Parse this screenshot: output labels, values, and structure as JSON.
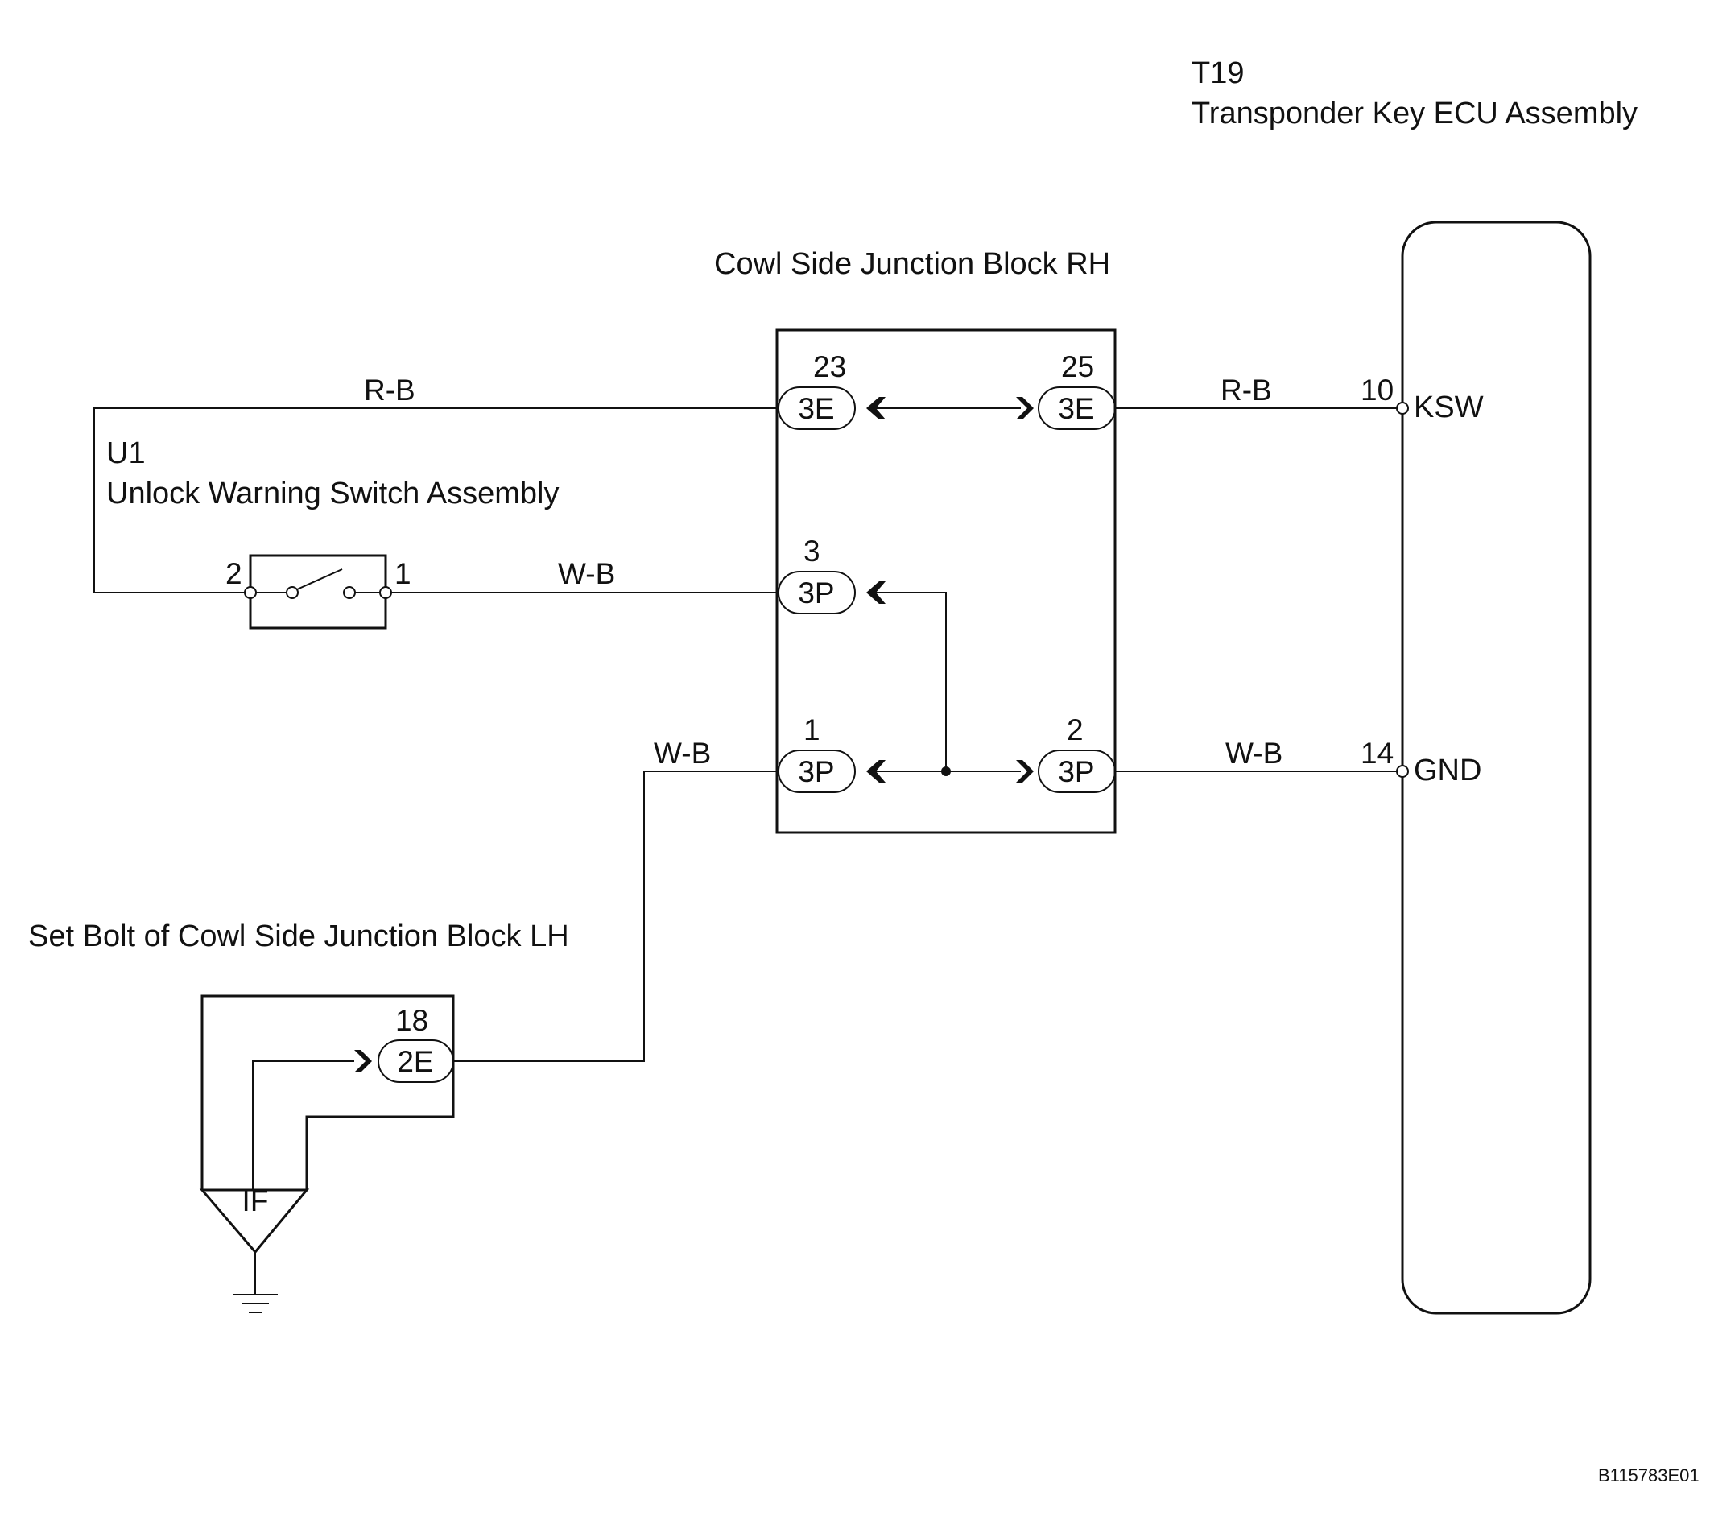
{
  "components": {
    "ecu": {
      "code": "T19",
      "name": "Transponder Key ECU Assembly"
    },
    "junction_rh": {
      "name": "Cowl Side Junction Block RH"
    },
    "unlock_switch": {
      "code": "U1",
      "name": "Unlock Warning Switch Assembly"
    },
    "set_bolt": {
      "name": "Set Bolt of Cowl Side Junction Block LH",
      "ground_point": "IF"
    }
  },
  "wires": {
    "rb_left": "R-B",
    "rb_right": "R-B",
    "wb_switch": "W-B",
    "wb_ground": "W-B",
    "wb_ecu": "W-B"
  },
  "connectors": {
    "c23": {
      "pin": "23",
      "conn": "3E"
    },
    "c25": {
      "pin": "25",
      "conn": "3E"
    },
    "c3": {
      "pin": "3",
      "conn": "3P"
    },
    "c1": {
      "pin": "1",
      "conn": "3P"
    },
    "c2": {
      "pin": "2",
      "conn": "3P"
    },
    "c18": {
      "pin": "18",
      "conn": "2E"
    }
  },
  "ecu_pins": {
    "ksw": {
      "number": "10",
      "name": "KSW"
    },
    "gnd": {
      "number": "14",
      "name": "GND"
    }
  },
  "switch_pins": {
    "left": "2",
    "right": "1"
  },
  "figure_ref": "B115783E01"
}
